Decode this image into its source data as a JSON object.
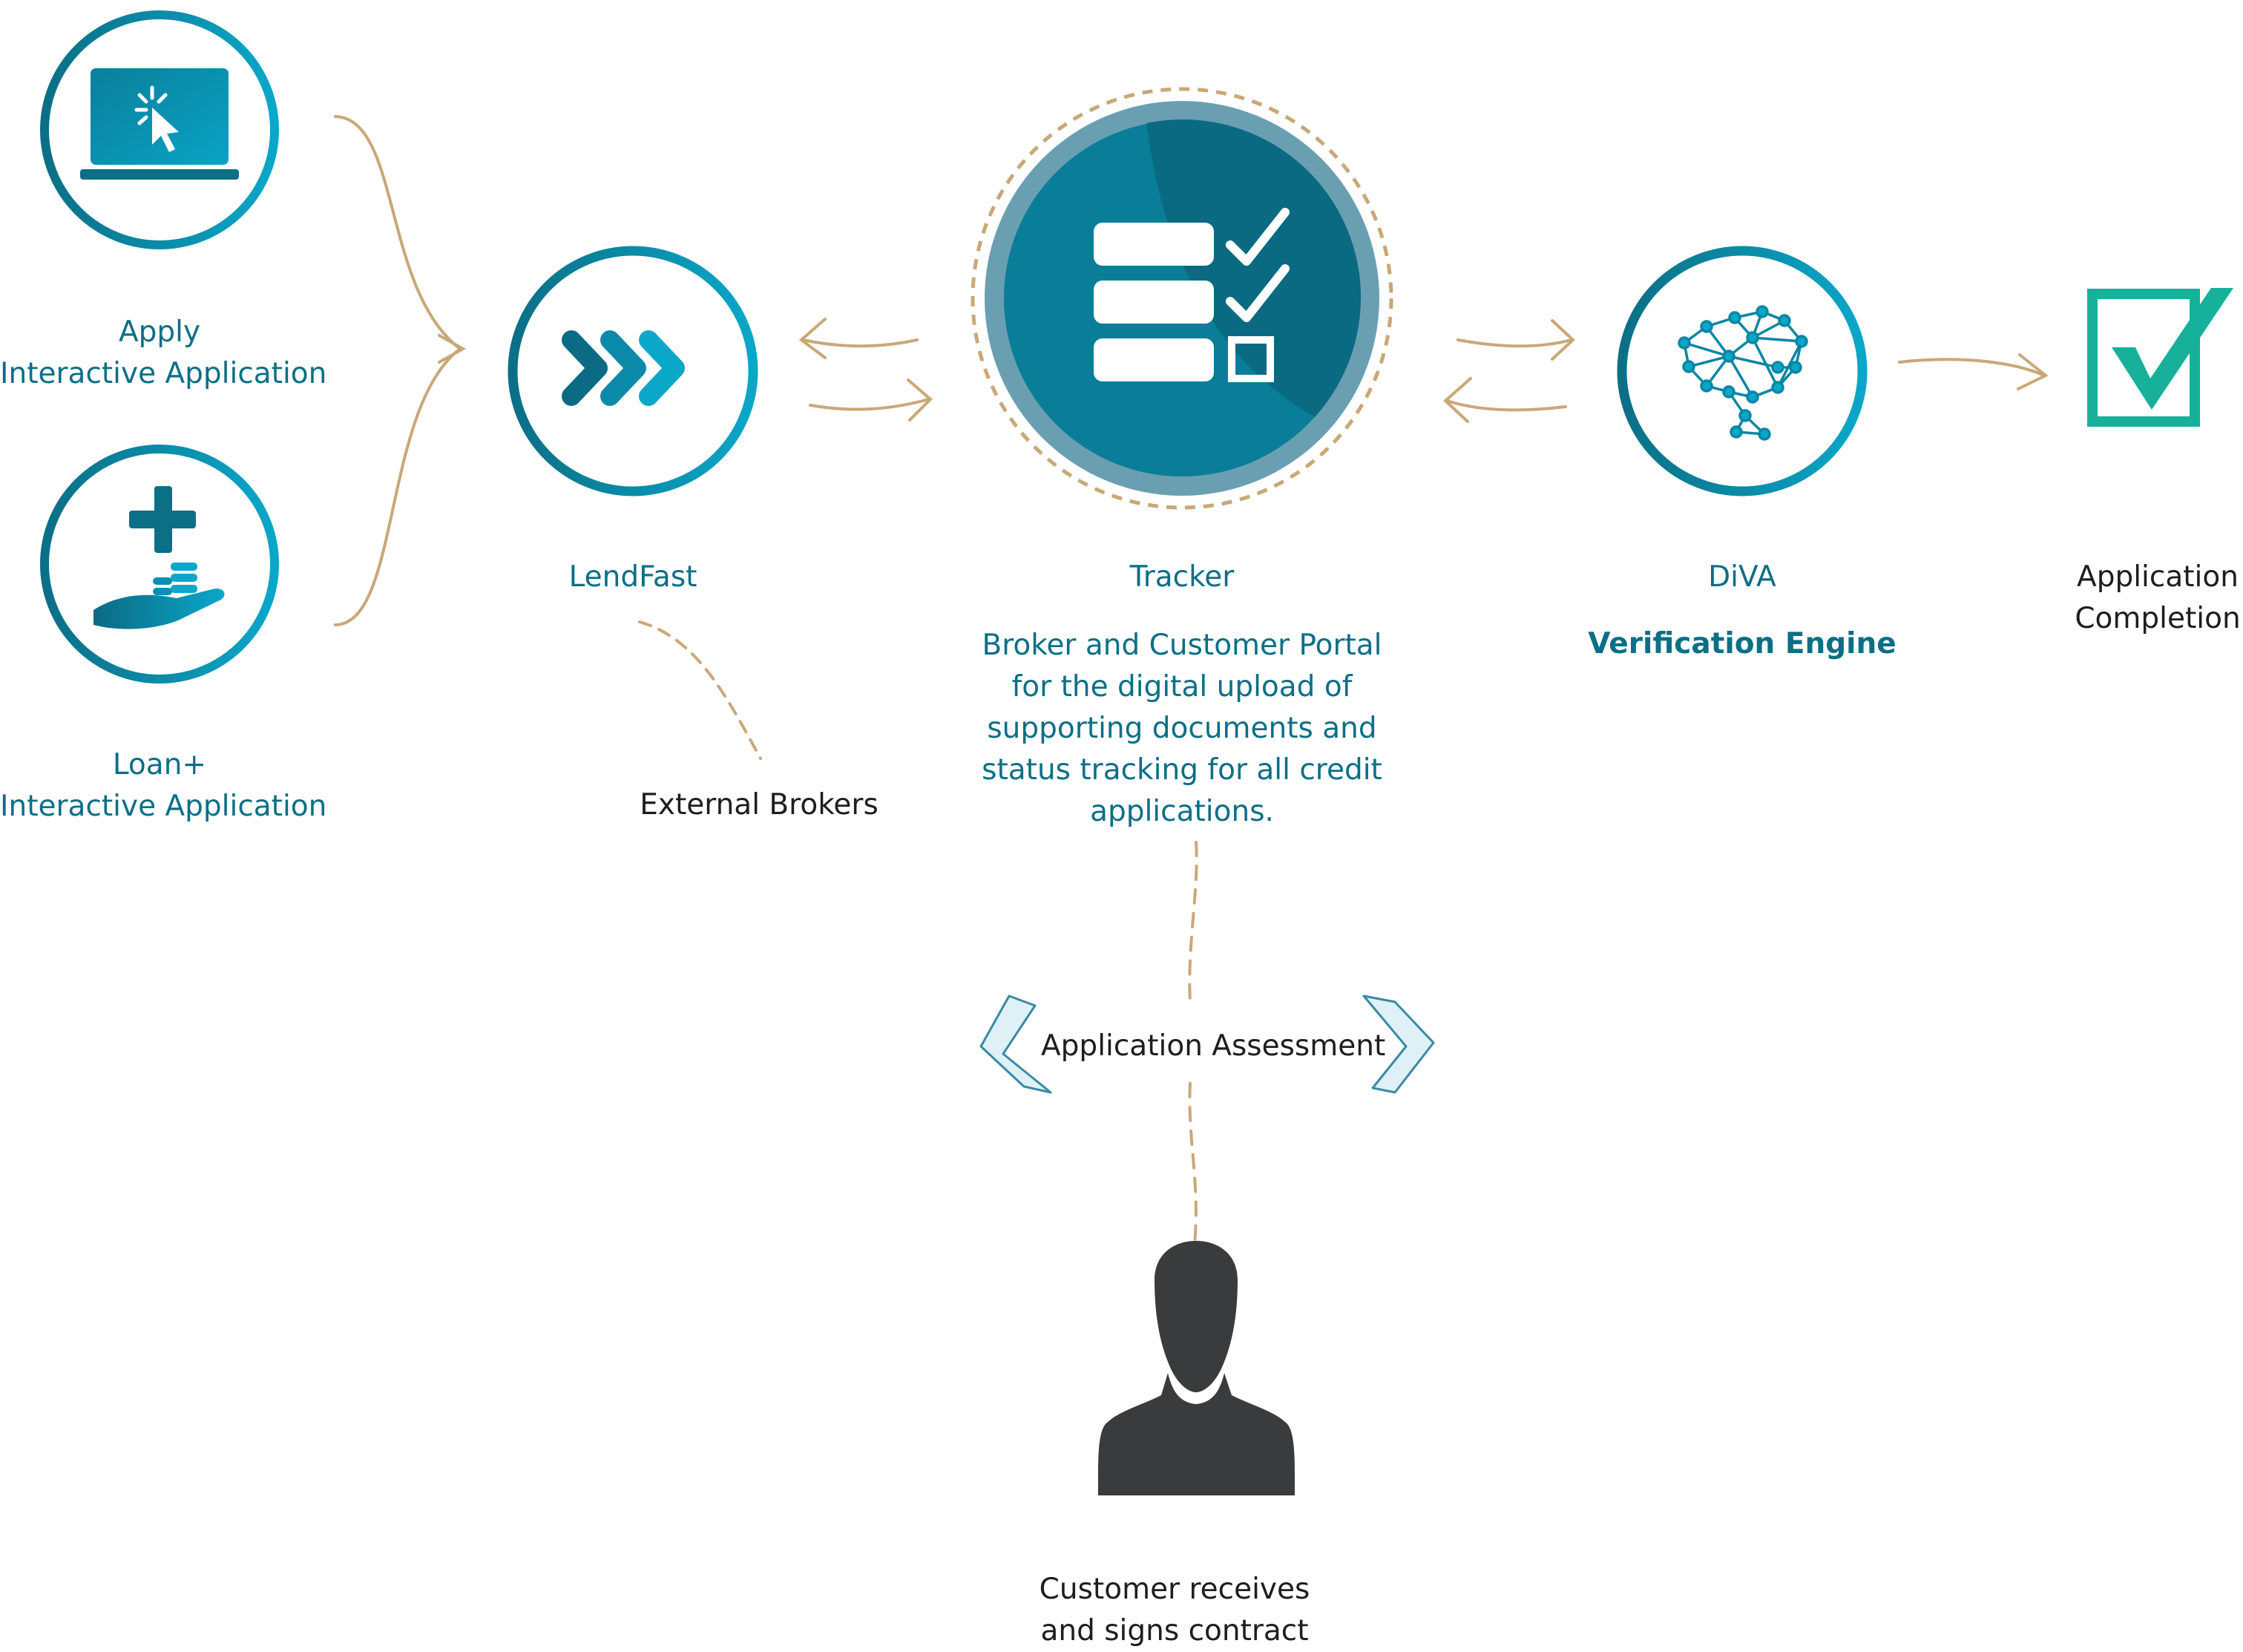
{
  "colors": {
    "teal_dark": "#0b6f86",
    "teal_light": "#0aa7c9",
    "gold_line": "#c9a877",
    "check_green": "#17b09a",
    "person_gray": "#3a3b3d",
    "label_teal": "#0b6f86",
    "label_dark": "#1e1e1e"
  },
  "nodes": {
    "apply": {
      "icon": "laptop-cursor-icon",
      "line1": "Apply",
      "line2": "Interactive Application"
    },
    "loan_plus": {
      "icon": "hand-coins-plus-icon",
      "line1": "Loan+",
      "line2": "Interactive Application"
    },
    "lendfast": {
      "icon": "triple-chevron-icon",
      "label": "LendFast",
      "note": "External Brokers"
    },
    "tracker": {
      "icon": "checklist-icon",
      "label": "Tracker",
      "description": [
        "Broker and Customer Portal",
        "for the digital upload of",
        "supporting documents and",
        "status tracking for all credit",
        "applications."
      ]
    },
    "diva": {
      "icon": "brain-network-icon",
      "label": "DiVA",
      "subtitle": "Verification Engine"
    },
    "completion": {
      "icon": "checkbox-checked-icon",
      "line1": "Application",
      "line2": "Completion"
    },
    "assessment": {
      "label": "Application Assessment"
    },
    "customer": {
      "icon": "person-silhouette-icon",
      "line1": "Customer receives",
      "line2": "and signs contract"
    }
  }
}
